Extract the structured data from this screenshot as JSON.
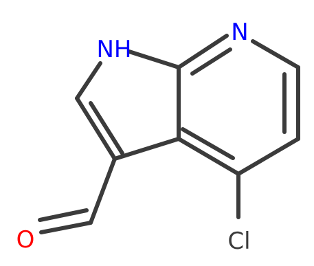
{
  "molecule": {
    "colors": {
      "bond": "#3b3b3b",
      "nitrogen": "#0000ff",
      "oxygen": "#ff0000",
      "chlorine": "#3b3b3b"
    },
    "atom_labels": {
      "nh": "NH",
      "n": "N",
      "o": "O",
      "cl": "Cl"
    }
  }
}
